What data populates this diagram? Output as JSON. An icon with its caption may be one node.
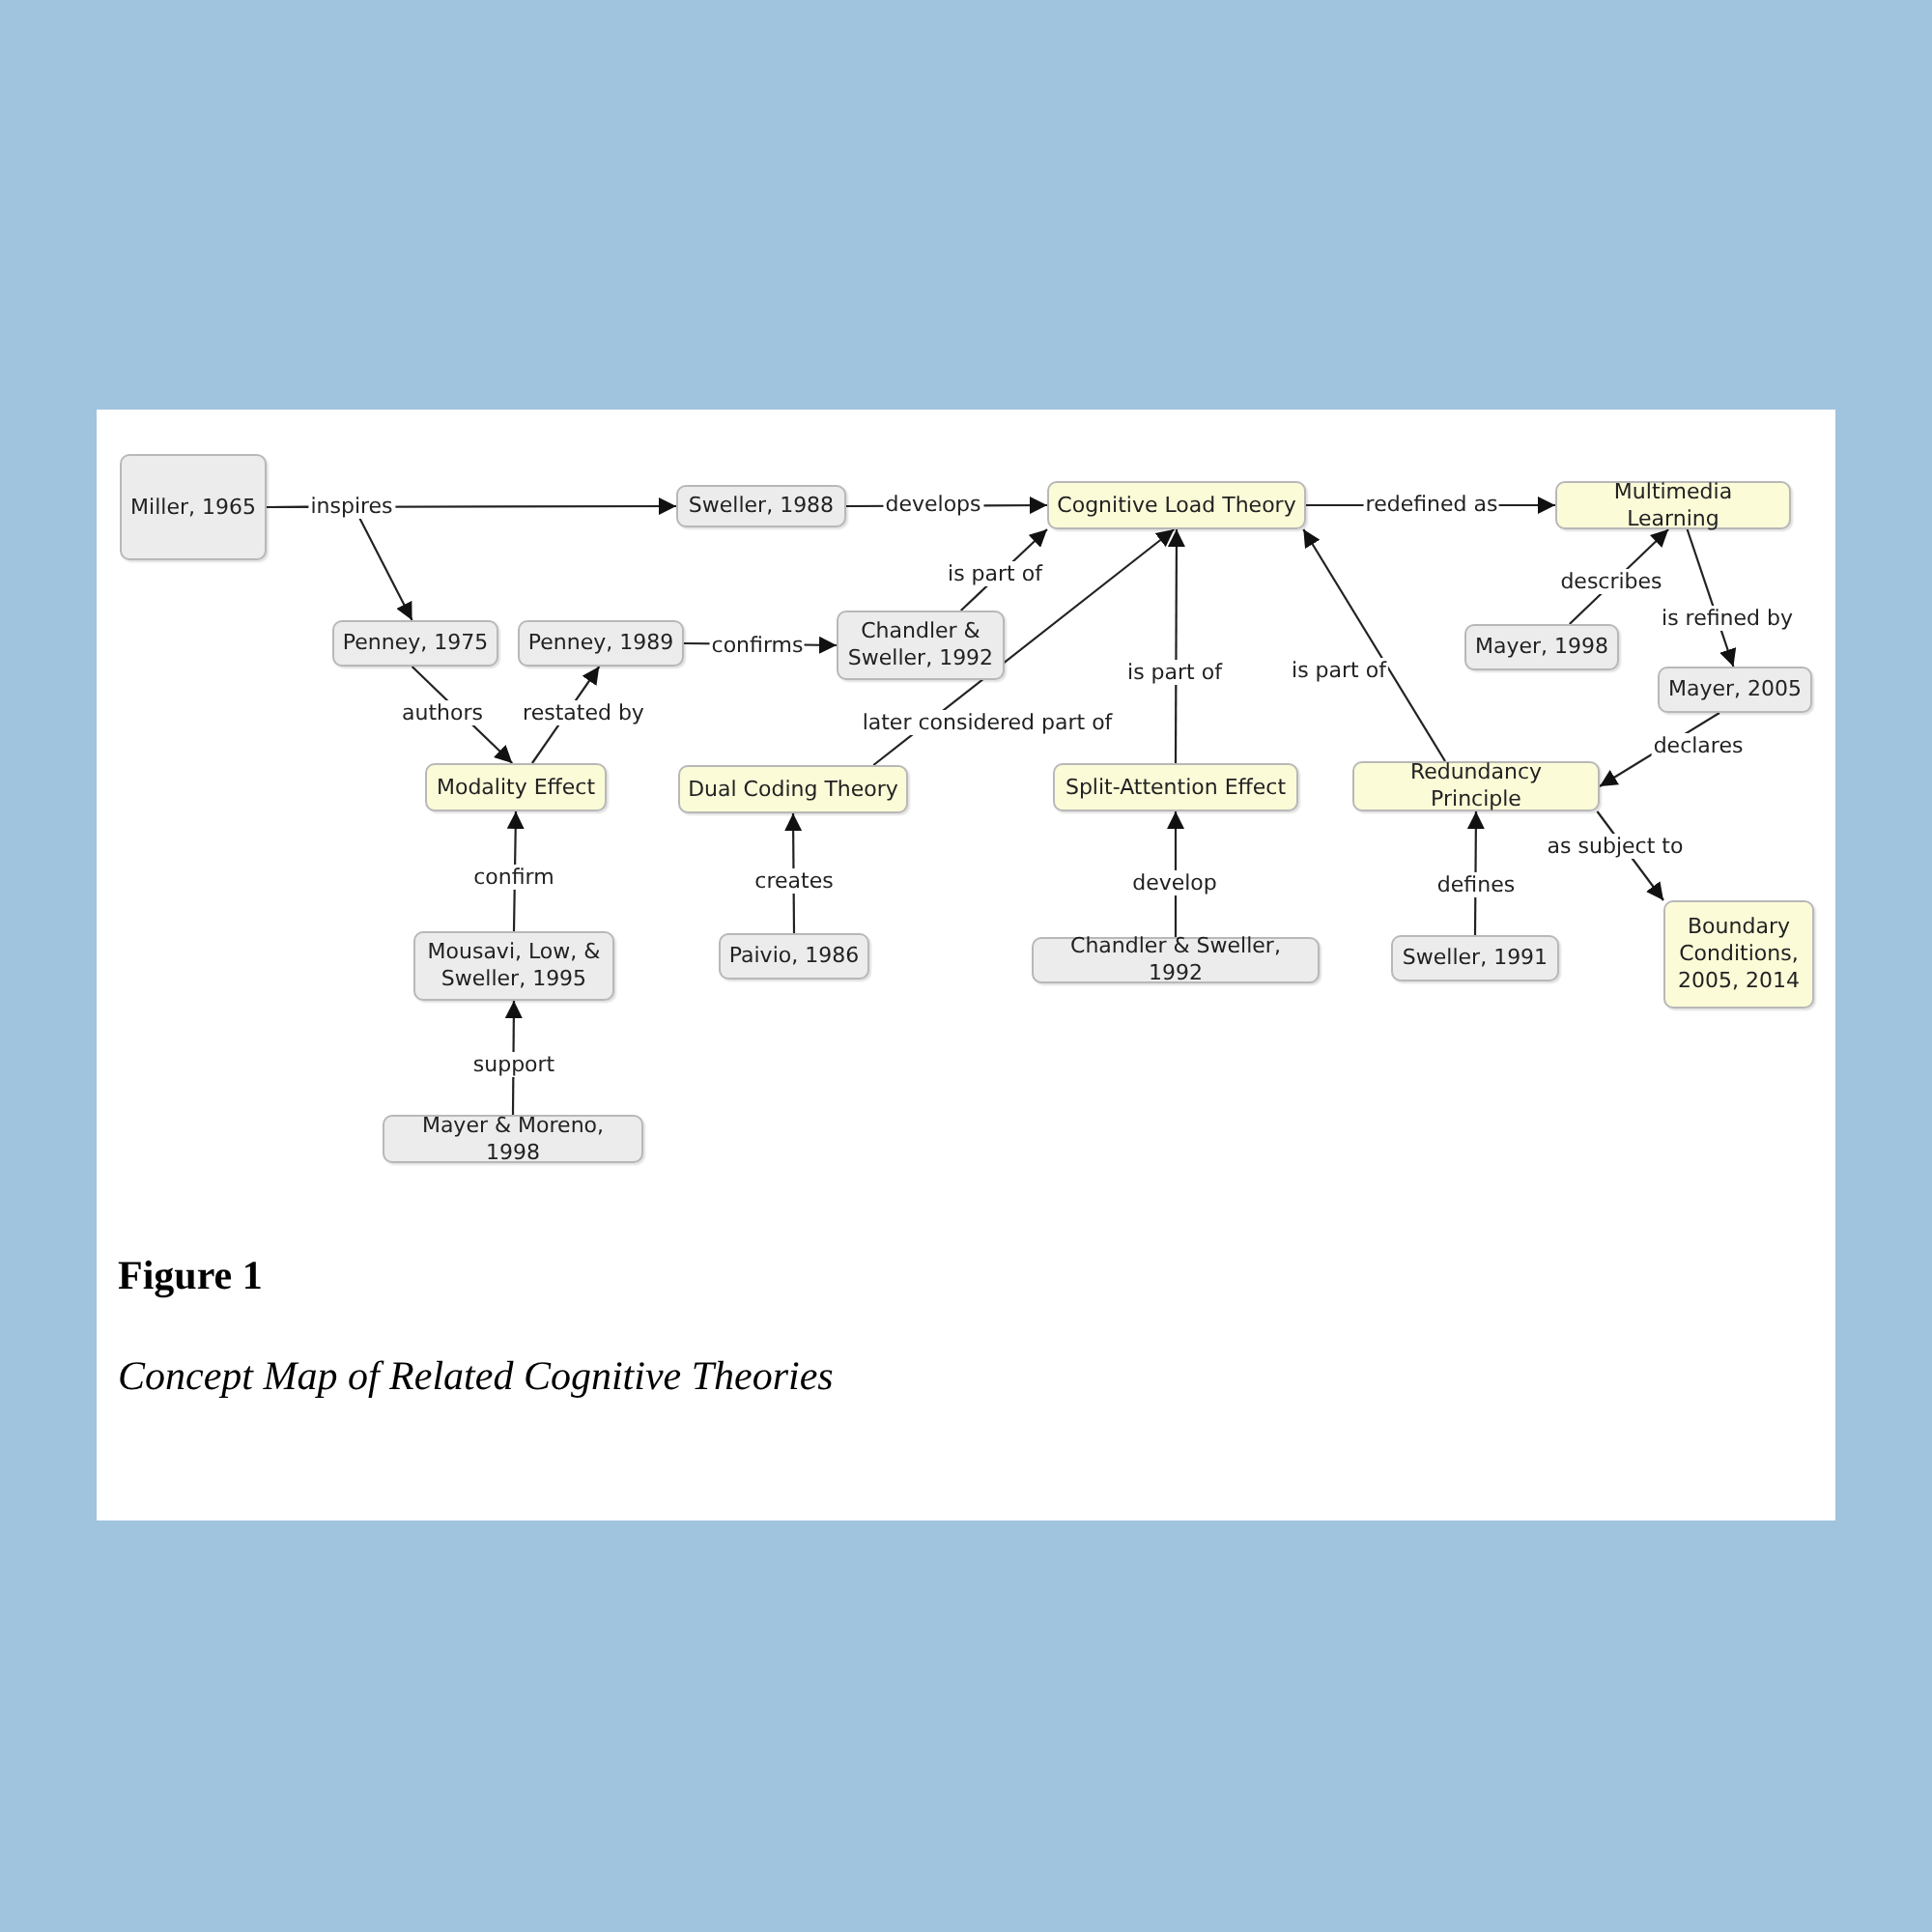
{
  "diagram": {
    "title": "Figure 1",
    "caption": "Concept Map of Related Cognitive Theories",
    "nodes": [
      {
        "text": [
          "Miller, 1965"
        ]
      },
      {
        "text": [
          "Sweller, 1988"
        ]
      },
      {
        "text": [
          "Cognitive Load Theory"
        ]
      },
      {
        "text": [
          "Multimedia Learning"
        ]
      },
      {
        "text": [
          "Penney, 1975"
        ]
      },
      {
        "text": [
          "Penney, 1989"
        ]
      },
      {
        "text": [
          "Chandler & Sweller, 1992"
        ]
      },
      {
        "text": [
          "Mayer, 1998"
        ]
      },
      {
        "text": [
          "Mayer, 2005"
        ]
      },
      {
        "text": [
          "Modality Effect"
        ]
      },
      {
        "text": [
          "Dual Coding Theory"
        ]
      },
      {
        "text": [
          "Split-Attention Effect"
        ]
      },
      {
        "text": [
          "Redundancy Principle"
        ]
      },
      {
        "text": [
          "Boundary Conditions, 2005, 2014"
        ]
      },
      {
        "text": [
          "Mousavi, Low, & Sweller, 1995"
        ]
      },
      {
        "text": [
          "Paivio, 1986"
        ]
      },
      {
        "text": [
          "Chandler & Sweller, 1992"
        ]
      },
      {
        "text": [
          "Sweller, 1991"
        ]
      },
      {
        "text": [
          "Mayer & Moreno, 1998"
        ]
      }
    ],
    "edges": [
      {
        "from": 0,
        "to": 1,
        "arrow": "to",
        "label": "inspires"
      },
      {
        "from": 0,
        "to": 4,
        "arrow": "to"
      },
      {
        "from": 1,
        "to": 2,
        "arrow": "to",
        "label": "develops"
      },
      {
        "from": 2,
        "to": 3,
        "arrow": "to",
        "label": "redefined as"
      },
      {
        "from": 4,
        "to": 9,
        "arrow": "to",
        "label": "authors"
      },
      {
        "from": 9,
        "to": 5,
        "arrow": "to",
        "label": "restated by"
      },
      {
        "from": 5,
        "to": 6,
        "arrow": "to",
        "label": "confirms"
      },
      {
        "from": 6,
        "to": 2,
        "arrow": "to",
        "label": "is part of"
      },
      {
        "from": 10,
        "to": 2,
        "arrow": "to",
        "label": "later considered part of"
      },
      {
        "from": 11,
        "to": 2,
        "arrow": "to",
        "label": "is part of"
      },
      {
        "from": 12,
        "to": 2,
        "arrow": "to",
        "label": "is part of"
      },
      {
        "from": 7,
        "to": 3,
        "arrow": "to",
        "label": "describes"
      },
      {
        "from": 3,
        "to": 8,
        "arrow": "to",
        "label": "is refined by"
      },
      {
        "from": 8,
        "to": 12,
        "arrow": "to",
        "label": "declares"
      },
      {
        "from": 12,
        "to": 13,
        "arrow": "to",
        "label": "as subject to"
      },
      {
        "from": 14,
        "to": 9,
        "arrow": "to",
        "label": "confirm"
      },
      {
        "from": 18,
        "to": 14,
        "arrow": "to",
        "label": "support"
      },
      {
        "from": 15,
        "to": 10,
        "arrow": "to",
        "label": "creates"
      },
      {
        "from": 16,
        "to": 11,
        "arrow": "to",
        "label": "develop"
      },
      {
        "from": 17,
        "to": 12,
        "arrow": "to",
        "label": "defines"
      }
    ]
  }
}
